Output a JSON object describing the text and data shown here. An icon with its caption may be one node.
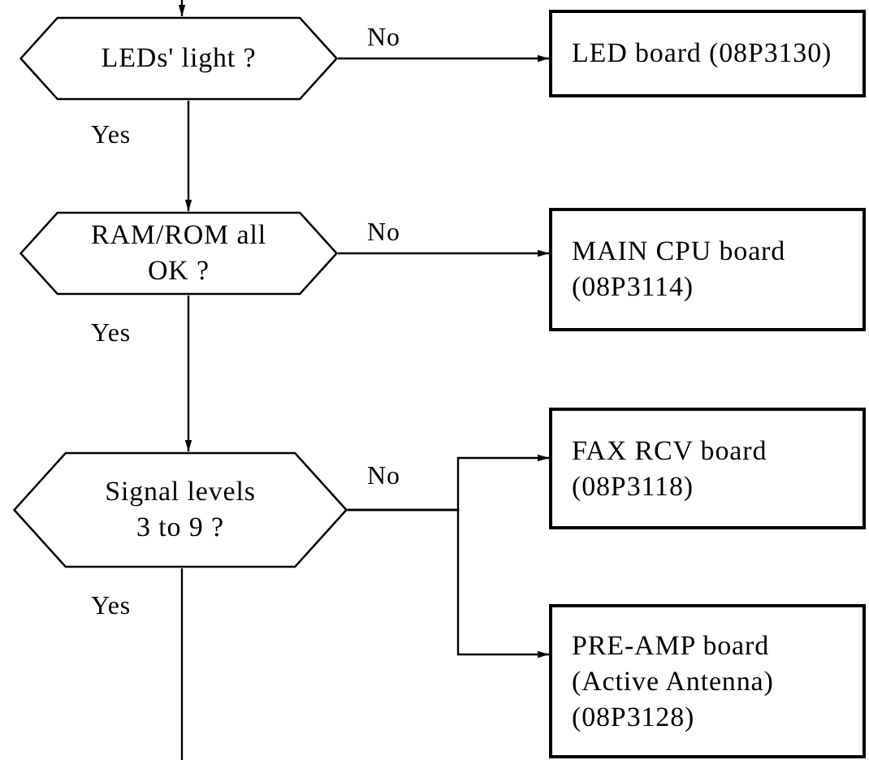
{
  "diagram": {
    "nodes": [
      {
        "text": [
          "LEDs' light ?"
        ]
      },
      {
        "text": [
          "LED board (08P3130)"
        ]
      },
      {
        "text": [
          "RAM/ROM all OK ?"
        ]
      },
      {
        "text": [
          "MAIN CPU board (08P3114)"
        ]
      },
      {
        "text": [
          "Signal levels 3 to 9 ?"
        ]
      },
      {
        "text": [
          "FAX RCV board (08P3118)"
        ]
      },
      {
        "text": [
          "PRE-AMP board (Active Antenna) (08P3128)"
        ]
      }
    ],
    "edges": [
      {
        "from": null,
        "to": 0,
        "arrow": "to"
      },
      {
        "from": 0,
        "to": 1,
        "arrow": "to",
        "label": "No"
      },
      {
        "from": 0,
        "to": 2,
        "arrow": "to",
        "label": "Yes"
      },
      {
        "from": 2,
        "to": 3,
        "arrow": "to",
        "label": "No"
      },
      {
        "from": 2,
        "to": 4,
        "arrow": "to",
        "label": "Yes"
      },
      {
        "from": 4,
        "to": 5,
        "arrow": "to",
        "label": "No"
      },
      {
        "from": 4,
        "to": 6,
        "arrow": "to"
      },
      {
        "from": 4,
        "to": null,
        "arrow": "none",
        "label": "Yes"
      }
    ]
  }
}
